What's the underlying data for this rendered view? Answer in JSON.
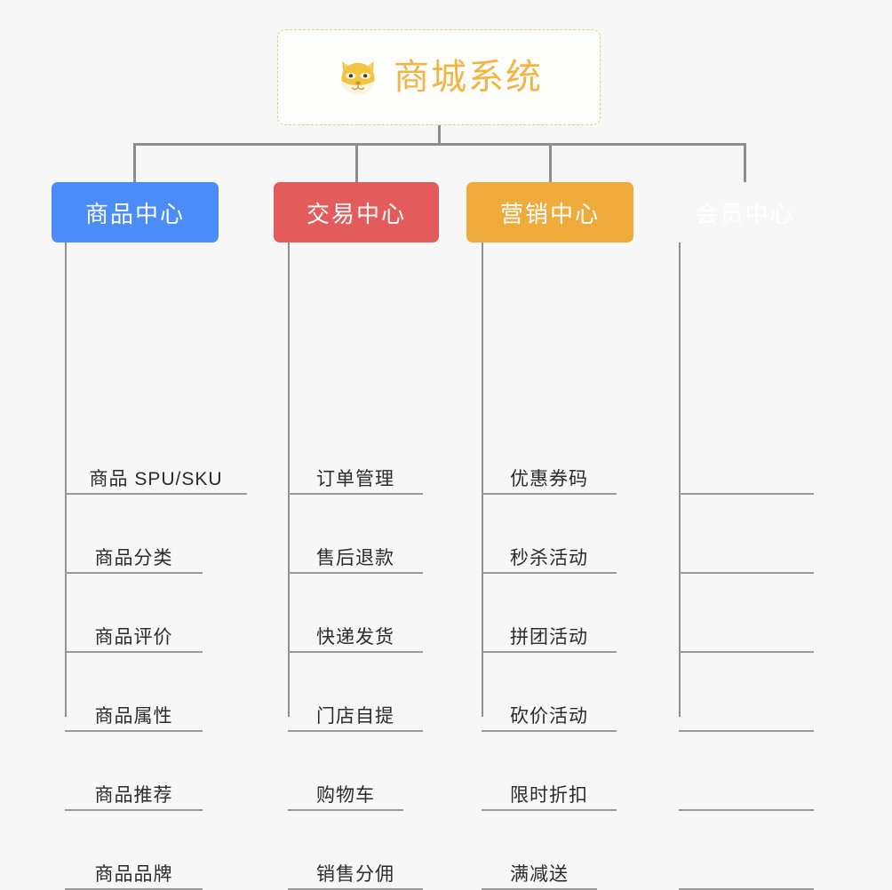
{
  "root": {
    "title": "商城系统",
    "icon": "shiba-dog-icon",
    "accent_color": "#f2b544",
    "border_color": "#e8c98a",
    "background": "#fdfdfc"
  },
  "canvas": {
    "background": "#f7f7f7",
    "connector_color": "#8e8e8e",
    "leaf_rule_color": "#9a9a9a",
    "leaf_text_color": "#2b2b2b"
  },
  "columns": [
    {
      "id": "product-center",
      "label": "商品中心",
      "color": "#4b8df8",
      "items": [
        "商品 SPU/SKU",
        "商品分类",
        "商品评价",
        "商品属性",
        "商品推荐",
        "商品品牌"
      ]
    },
    {
      "id": "trade-center",
      "label": "交易中心",
      "color": "#e35b5b",
      "items": [
        "订单管理",
        "售后退款",
        "快递发货",
        "门店自提",
        "购物车",
        "销售分佣"
      ]
    },
    {
      "id": "marketing-center",
      "label": "营销中心",
      "color": "#eeab3c",
      "items": [
        "优惠券码",
        "秒杀活动",
        "拼团活动",
        "砍价活动",
        "限时折扣",
        "满减送"
      ]
    },
    {
      "id": "member-center",
      "label": "会员中心",
      "color": "#7cc košt"
    }
  ]
}
